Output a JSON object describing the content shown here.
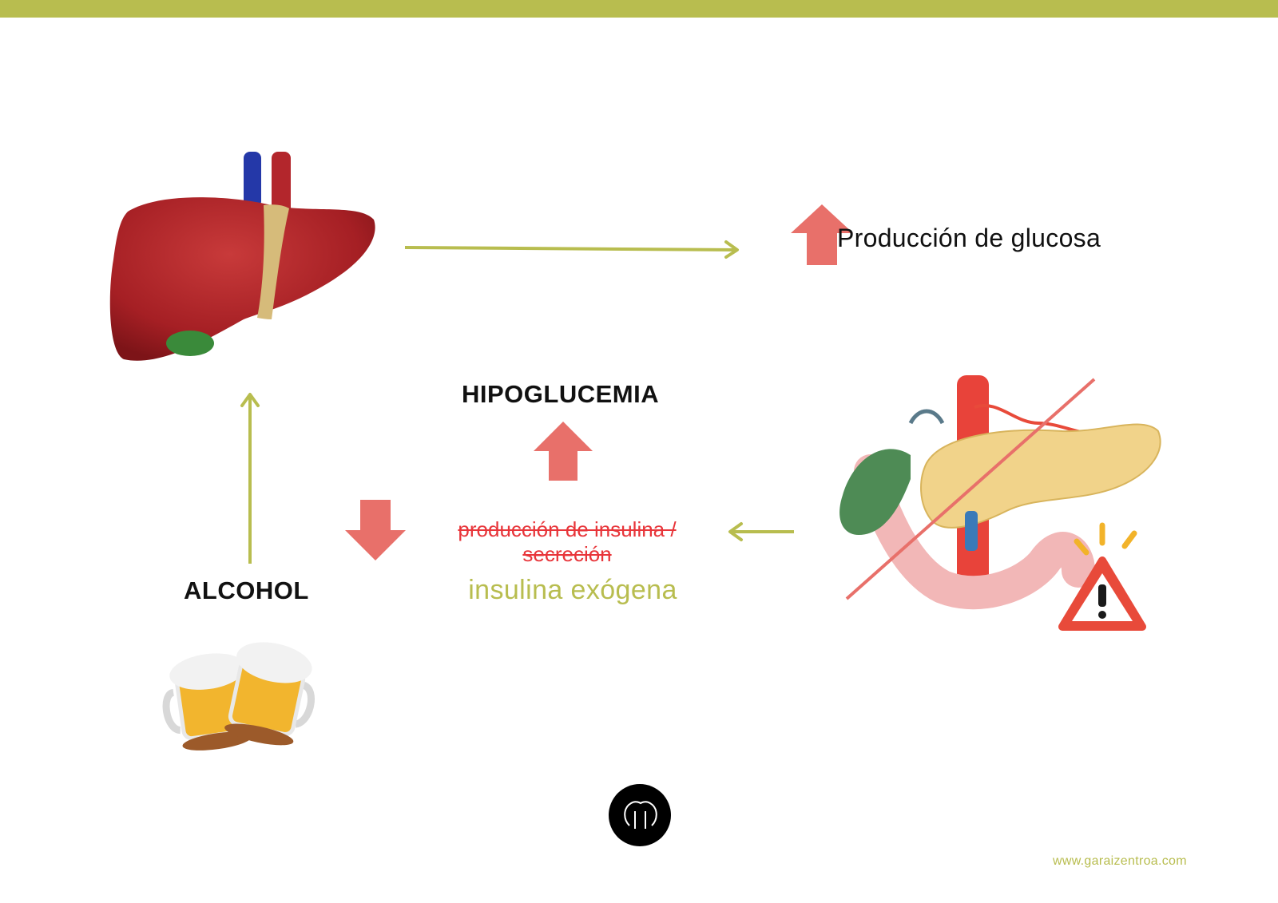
{
  "colors": {
    "accent_green": "#b8bd4f",
    "arrow_red": "#e8706a",
    "strike_red": "#e8353a",
    "text_dark": "#111111",
    "logo_black": "#000000"
  },
  "labels": {
    "produccion_glucosa": "Producción de glucosa",
    "hipoglucemia": "HIPOGLUCEMIA",
    "alcohol": "ALCOHOL",
    "produccion_insulina": "producción de insulina / secreción",
    "insulina_exogena": "insulina exógena",
    "website": "www.garaizentroa.com"
  },
  "icons": {
    "liver": "liver-icon",
    "pancreas": "pancreas-icon",
    "beer": "beer-mugs-icon",
    "warning": "warning-triangle-icon",
    "logo": "brand-logo-icon"
  }
}
